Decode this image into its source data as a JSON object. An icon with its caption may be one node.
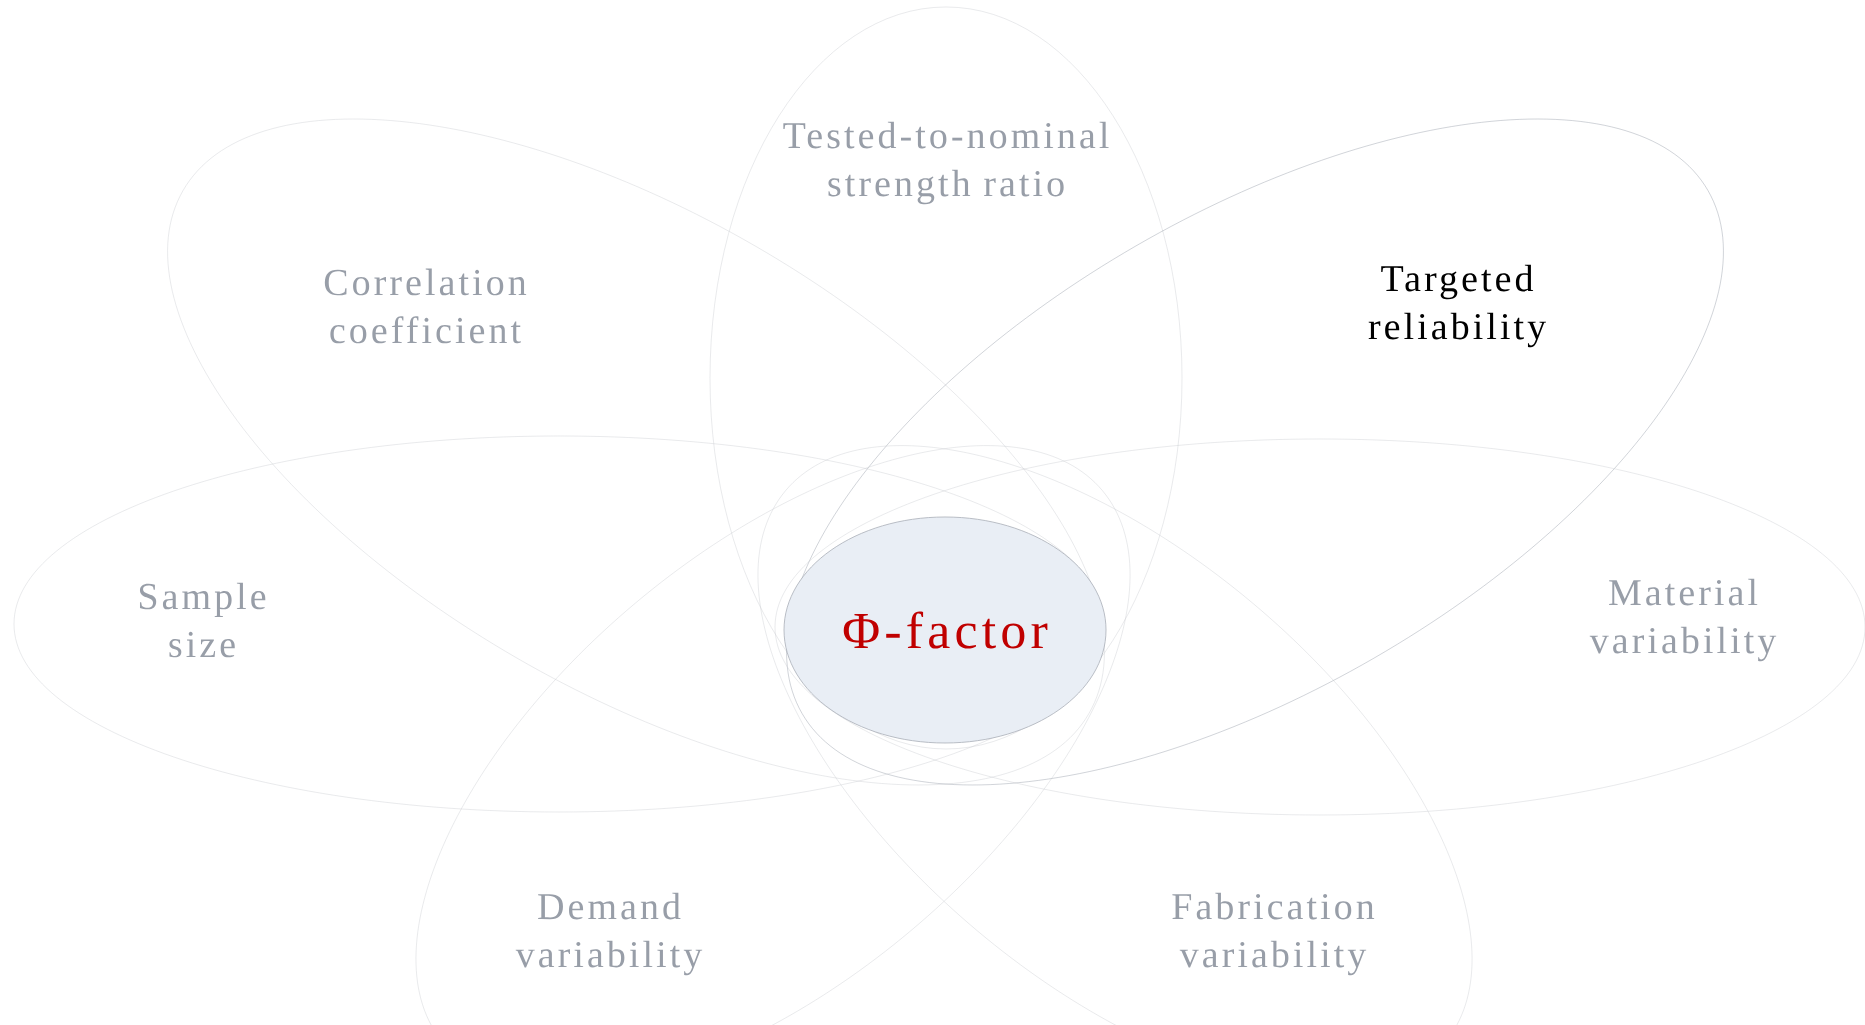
{
  "diagram": {
    "nodes": [
      {
        "text": [
          "Tested-to-nominal strength ratio"
        ]
      },
      {
        "text": [
          "Correlation coefficient"
        ]
      },
      {
        "text": [
          "Targeted reliability"
        ]
      },
      {
        "text": [
          "Sample size"
        ]
      },
      {
        "text": [
          "Material variability"
        ]
      },
      {
        "text": [
          "Demand variability"
        ]
      },
      {
        "text": [
          "Fabrication variability"
        ]
      },
      {
        "text": [
          "Φ-factor"
        ]
      }
    ]
  }
}
